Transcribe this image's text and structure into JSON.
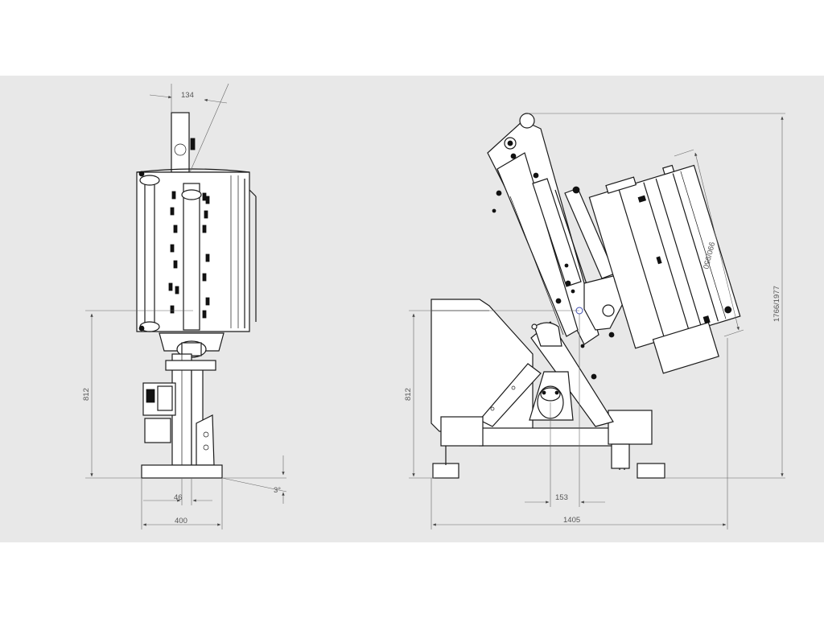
{
  "drawing": {
    "background_color": "#e8e8e8",
    "line_color": "#1a1a1a",
    "dimension_color": "#555555",
    "front_view": {
      "dimensions": {
        "top_width": "134",
        "height": "812",
        "offset": "46",
        "base_width": "400",
        "angle": "3°"
      }
    },
    "side_view": {
      "dimensions": {
        "height": "812",
        "offset": "153",
        "length": "1405",
        "total_height": "1766/1977",
        "working_width": "990/950"
      }
    }
  }
}
